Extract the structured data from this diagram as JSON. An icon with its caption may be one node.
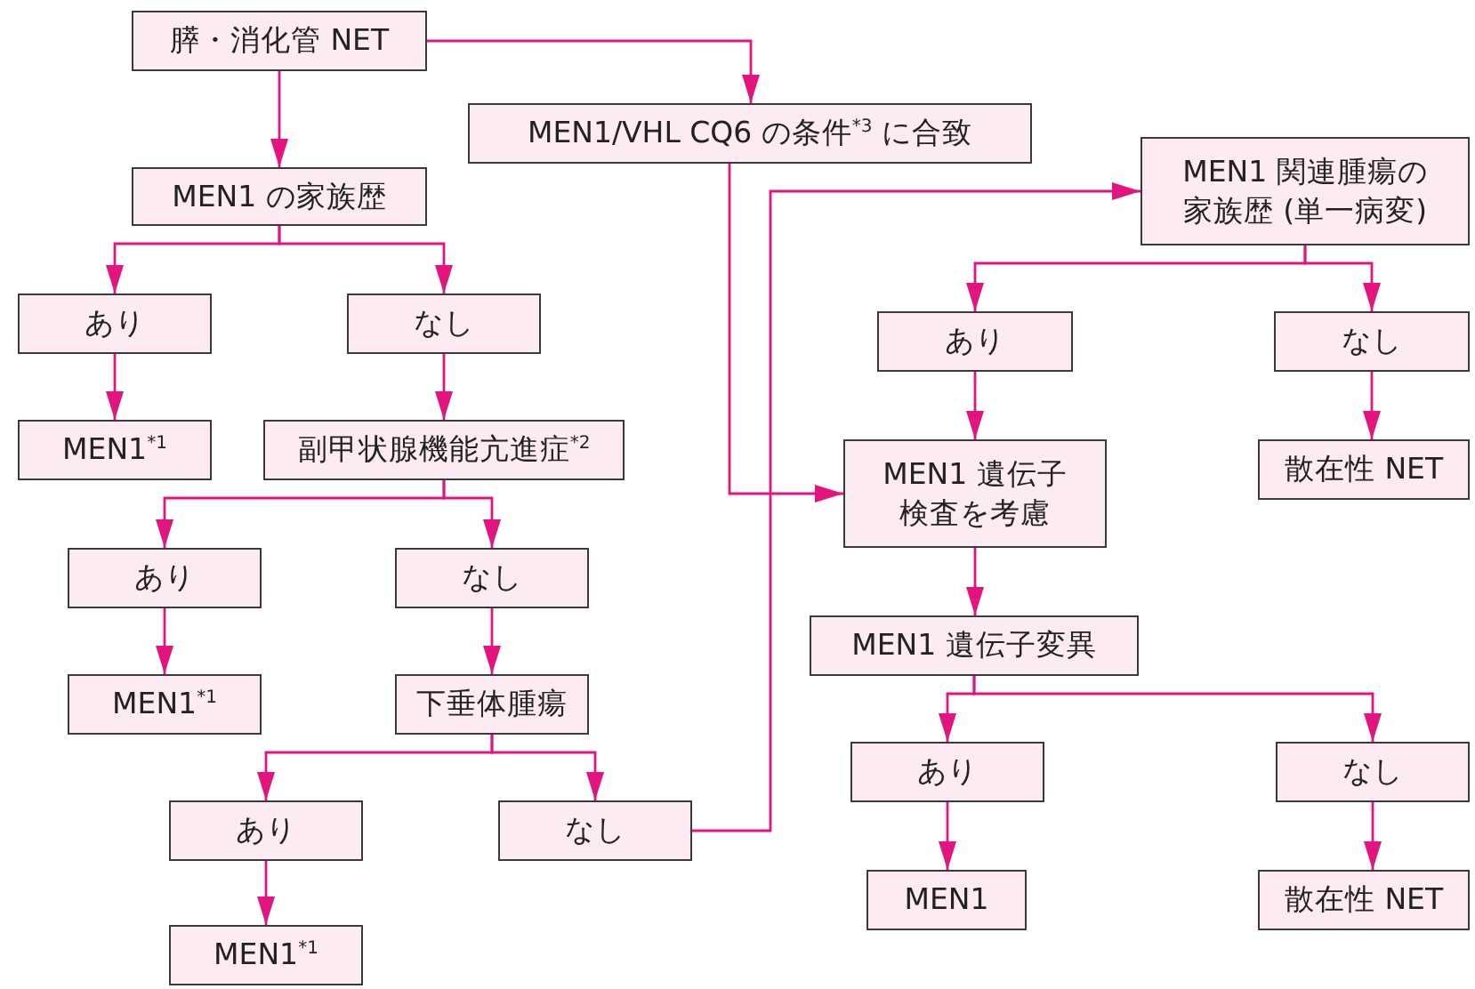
{
  "diagram": {
    "nodes": [
      {
        "text": [
          "膵・消化管 NET"
        ]
      },
      {
        "text": [
          "MEN1/VHL CQ6 の条件$^{*3}$ に合致"
        ]
      },
      {
        "text": [
          "MEN1 の家族歴"
        ]
      },
      {
        "text": [
          "あり"
        ]
      },
      {
        "text": [
          "なし"
        ]
      },
      {
        "text": [
          "MEN1$^{*1}$"
        ]
      },
      {
        "text": [
          "副甲状腺機能亢進症$^{*2}$"
        ]
      },
      {
        "text": [
          "MEN1 関連腫瘍の家族歴 (単一病変)"
        ]
      },
      {
        "text": [
          "あり"
        ]
      },
      {
        "text": [
          "なし"
        ]
      },
      {
        "text": [
          "MEN1 遺伝子検査を考慮"
        ]
      },
      {
        "text": [
          "散在性 NET"
        ]
      },
      {
        "text": [
          "あり"
        ]
      },
      {
        "text": [
          "なし"
        ]
      },
      {
        "text": [
          "MEN1$^{*1}$"
        ]
      },
      {
        "text": [
          "下垂体腫瘍"
        ]
      },
      {
        "text": [
          "MEN1 遺伝子変異"
        ]
      },
      {
        "text": [
          "あり"
        ]
      },
      {
        "text": [
          "なし"
        ]
      },
      {
        "text": [
          "あり"
        ]
      },
      {
        "text": [
          "なし"
        ]
      },
      {
        "text": [
          "MEN1$^{*1}$"
        ]
      },
      {
        "text": [
          "MEN1"
        ]
      },
      {
        "text": [
          "散在性 NET"
        ]
      }
    ],
    "edges": [
      {
        "from": 0,
        "to": 1,
        "arrow": "to"
      },
      {
        "from": 0,
        "to": 2,
        "arrow": "to"
      },
      {
        "from": 2,
        "to": 3,
        "arrow": "to"
      },
      {
        "from": 2,
        "to": 4,
        "arrow": "to"
      },
      {
        "from": 3,
        "to": 5,
        "arrow": "to"
      },
      {
        "from": 4,
        "to": 6,
        "arrow": "to"
      },
      {
        "from": 6,
        "to": 12,
        "arrow": "to"
      },
      {
        "from": 6,
        "to": 13,
        "arrow": "to"
      },
      {
        "from": 12,
        "to": 14,
        "arrow": "to"
      },
      {
        "from": 13,
        "to": 15,
        "arrow": "to"
      },
      {
        "from": 15,
        "to": 17,
        "arrow": "to"
      },
      {
        "from": 15,
        "to": 18,
        "arrow": "to"
      },
      {
        "from": 17,
        "to": 21,
        "arrow": "to"
      },
      {
        "from": 1,
        "to": 10,
        "arrow": "to"
      },
      {
        "from": 18,
        "to": 7,
        "arrow": "to"
      },
      {
        "from": 7,
        "to": 8,
        "arrow": "to"
      },
      {
        "from": 7,
        "to": 9,
        "arrow": "to"
      },
      {
        "from": 8,
        "to": 10,
        "arrow": "to"
      },
      {
        "from": 9,
        "to": 11,
        "arrow": "to"
      },
      {
        "from": 10,
        "to": 16,
        "arrow": "to"
      },
      {
        "from": 16,
        "to": 19,
        "arrow": "to"
      },
      {
        "from": 16,
        "to": 20,
        "arrow": "to"
      },
      {
        "from": 19,
        "to": 22,
        "arrow": "to"
      },
      {
        "from": 20,
        "to": 23,
        "arrow": "to"
      }
    ]
  }
}
